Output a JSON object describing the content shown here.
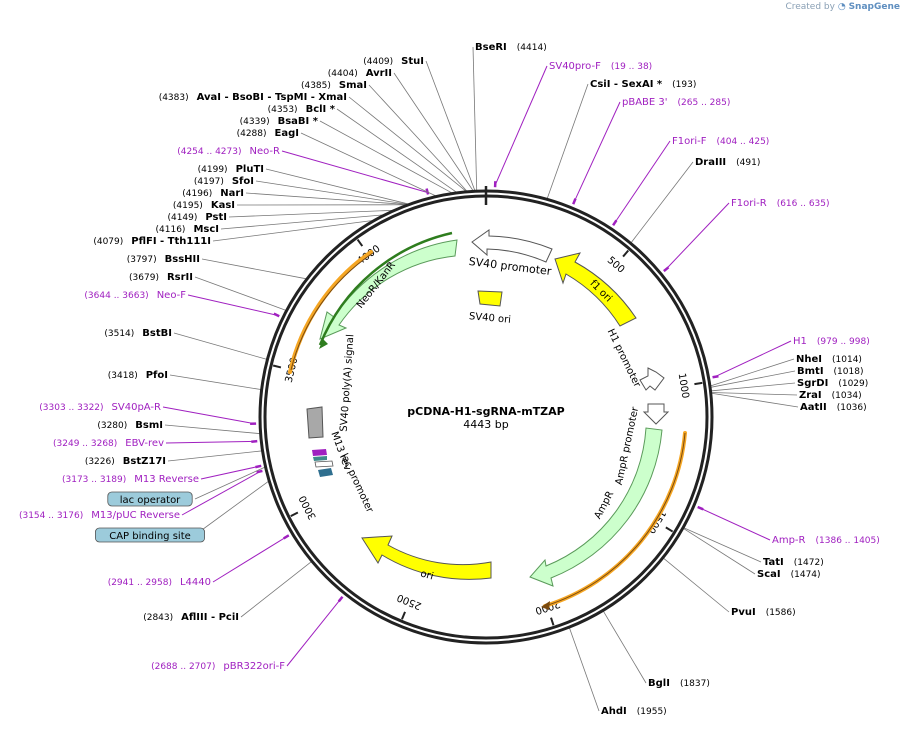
{
  "credit": {
    "prefix": "Created by",
    "brand": "SnapGene"
  },
  "plasmid": {
    "name": "pCDNA-H1-sgRNA-mTZAP",
    "size_label": "4443 bp",
    "length": 4443
  },
  "colors": {
    "enzyme_text": "#000000",
    "primer_text": "#a020c0",
    "position_text": "#000000",
    "gene_green": "#ccffcc",
    "feature_yellow": "#ffff00",
    "promoter_white": "#ffffff",
    "polyA_gray": "#a8a8a8",
    "orange": "#f5a623",
    "dark_green": "#2e7d1e",
    "lac_box": "#9ccbdb"
  },
  "ticks": [
    {
      "label": "500",
      "bp": 500
    },
    {
      "label": "1000",
      "bp": 1000
    },
    {
      "label": "1500",
      "bp": 1500
    },
    {
      "label": "2000",
      "bp": 2000
    },
    {
      "label": "2500",
      "bp": 2500
    },
    {
      "label": "3000",
      "bp": 3000
    },
    {
      "label": "3500",
      "bp": 3500
    },
    {
      "label": "4000",
      "bp": 4000
    }
  ],
  "features": [
    {
      "name": "SV40 promoter",
      "start": 4443,
      "end": 4240,
      "r": 172,
      "type": "promoter",
      "dir": "ccw"
    },
    {
      "name": "f1 ori",
      "start": 480,
      "end": 910,
      "r": 172,
      "type": "yellow",
      "dir": "ccw"
    },
    {
      "name": "SV40 ori",
      "type": "small-yellow"
    },
    {
      "name": "H1 promoter",
      "type": "h1"
    },
    {
      "name": "AmpR promoter",
      "type": "ampr-promoter"
    },
    {
      "name": "AmpR",
      "start": 1180,
      "end": 1830,
      "r": 175,
      "type": "gene",
      "dir": "cw"
    },
    {
      "name": "ori",
      "start": 2250,
      "end": 2830,
      "r": 172,
      "type": "yellow",
      "dir": "ccw"
    },
    {
      "name": "NeoR/KanR",
      "start": 3670,
      "end": 4215,
      "r": 175,
      "type": "gene",
      "dir": "ccw"
    },
    {
      "name": "SV40 poly(A) signal",
      "type": "polyA"
    },
    {
      "name": "M13 rev",
      "type": "label"
    },
    {
      "name": "lac promoter",
      "type": "label"
    }
  ],
  "labels": [
    {
      "pos": "(4414)",
      "name": "BseRI",
      "kind": "enzyme",
      "bp": 4414
    },
    {
      "pos": "(19 .. 38)",
      "name": "SV40pro-F",
      "kind": "primer",
      "bp": 28
    },
    {
      "pos": "(193)",
      "name": "CsiI  -  SexAI *",
      "kind": "enzyme",
      "bp": 193
    },
    {
      "pos": "(265 .. 285)",
      "name": "pBABE 3'",
      "kind": "primer",
      "bp": 275
    },
    {
      "pos": "(404 .. 425)",
      "name": "F1ori-F",
      "kind": "primer",
      "bp": 414
    },
    {
      "pos": "(491)",
      "name": "DraIII",
      "kind": "enzyme",
      "bp": 491
    },
    {
      "pos": "(616 .. 635)",
      "name": "F1ori-R",
      "kind": "primer",
      "bp": 625
    },
    {
      "pos": "(979 .. 998)",
      "name": "H1",
      "kind": "primer",
      "bp": 988
    },
    {
      "pos": "(1014)",
      "name": "NheI",
      "kind": "enzyme",
      "bp": 1014
    },
    {
      "pos": "(1018)",
      "name": "BmtI",
      "kind": "enzyme",
      "bp": 1018
    },
    {
      "pos": "(1029)",
      "name": "SgrDI",
      "kind": "enzyme",
      "bp": 1029
    },
    {
      "pos": "(1034)",
      "name": "ZraI",
      "kind": "enzyme",
      "bp": 1034
    },
    {
      "pos": "(1036)",
      "name": "AatII",
      "kind": "enzyme",
      "bp": 1036
    },
    {
      "pos": "(1386 .. 1405)",
      "name": "Amp-R",
      "kind": "primer",
      "bp": 1395
    },
    {
      "pos": "(1472)",
      "name": "TatI",
      "kind": "enzyme",
      "bp": 1472
    },
    {
      "pos": "(1474)",
      "name": "ScaI",
      "kind": "enzyme",
      "bp": 1474
    },
    {
      "pos": "(1586)",
      "name": "PvuI",
      "kind": "enzyme",
      "bp": 1586
    },
    {
      "pos": "(1837)",
      "name": "BglI",
      "kind": "enzyme",
      "bp": 1837
    },
    {
      "pos": "(1955)",
      "name": "AhdI",
      "kind": "enzyme",
      "bp": 1955
    },
    {
      "pos": "(2688 .. 2707)",
      "name": "pBR322ori-F",
      "kind": "primer",
      "bp": 2698
    },
    {
      "pos": "(2843)",
      "name": "AflIII  -  PciI",
      "kind": "enzyme",
      "bp": 2843
    },
    {
      "pos": "(2941 .. 2958)",
      "name": "L4440",
      "kind": "primer",
      "bp": 2950
    },
    {
      "pos": "",
      "name": "CAP binding site",
      "kind": "box",
      "bp": 3130
    },
    {
      "pos": "(3154 .. 3176)",
      "name": "M13/pUC Reverse",
      "kind": "primer",
      "bp": 3165
    },
    {
      "pos": "",
      "name": "lac operator",
      "kind": "box",
      "bp": 3175
    },
    {
      "pos": "(3173 .. 3189)",
      "name": "M13 Reverse",
      "kind": "primer",
      "bp": 3181
    },
    {
      "pos": "(3226)",
      "name": "BstZ17I",
      "kind": "enzyme",
      "bp": 3226
    },
    {
      "pos": "(3249 .. 3268)",
      "name": "EBV-rev",
      "kind": "primer",
      "bp": 3258
    },
    {
      "pos": "(3280)",
      "name": "BsmI",
      "kind": "enzyme",
      "bp": 3280
    },
    {
      "pos": "(3303 .. 3322)",
      "name": "SV40pA-R",
      "kind": "primer",
      "bp": 3312
    },
    {
      "pos": "(3418)",
      "name": "PfoI",
      "kind": "enzyme",
      "bp": 3418
    },
    {
      "pos": "(3514)",
      "name": "BstBI",
      "kind": "enzyme",
      "bp": 3514
    },
    {
      "pos": "(3644 .. 3663)",
      "name": "Neo-F",
      "kind": "primer",
      "bp": 3653
    },
    {
      "pos": "(3679)",
      "name": "RsrII",
      "kind": "enzyme",
      "bp": 3679
    },
    {
      "pos": "(3797)",
      "name": "BssHII",
      "kind": "enzyme",
      "bp": 3797
    },
    {
      "pos": "(4079)",
      "name": "PflFI  -  Tth111I",
      "kind": "enzyme",
      "bp": 4079
    },
    {
      "pos": "(4116)",
      "name": "MscI",
      "kind": "enzyme",
      "bp": 4116
    },
    {
      "pos": "(4149)",
      "name": "PstI",
      "kind": "enzyme",
      "bp": 4149
    },
    {
      "pos": "(4195)",
      "name": "KasI",
      "kind": "enzyme",
      "bp": 4195
    },
    {
      "pos": "(4196)",
      "name": "NarI",
      "kind": "enzyme",
      "bp": 4196
    },
    {
      "pos": "(4197)",
      "name": "SfoI",
      "kind": "enzyme",
      "bp": 4197
    },
    {
      "pos": "(4199)",
      "name": "PluTI",
      "kind": "enzyme",
      "bp": 4199
    },
    {
      "pos": "(4254 .. 4273)",
      "name": "Neo-R",
      "kind": "primer",
      "bp": 4263
    },
    {
      "pos": "(4288)",
      "name": "EagI",
      "kind": "enzyme",
      "bp": 4288
    },
    {
      "pos": "(4339)",
      "name": "BsaBI *",
      "kind": "enzyme",
      "bp": 4339
    },
    {
      "pos": "(4353)",
      "name": "BclI *",
      "kind": "enzyme",
      "bp": 4353
    },
    {
      "pos": "(4383)",
      "name": "AvaI   -  BsoBI   -  TspMI   -  XmaI",
      "kind": "enzyme",
      "bp": 4383
    },
    {
      "pos": "(4385)",
      "name": "SmaI",
      "kind": "enzyme",
      "bp": 4385
    },
    {
      "pos": "(4404)",
      "name": "AvrII",
      "kind": "enzyme",
      "bp": 4404
    },
    {
      "pos": "(4409)",
      "name": "StuI",
      "kind": "enzyme",
      "bp": 4409
    }
  ]
}
